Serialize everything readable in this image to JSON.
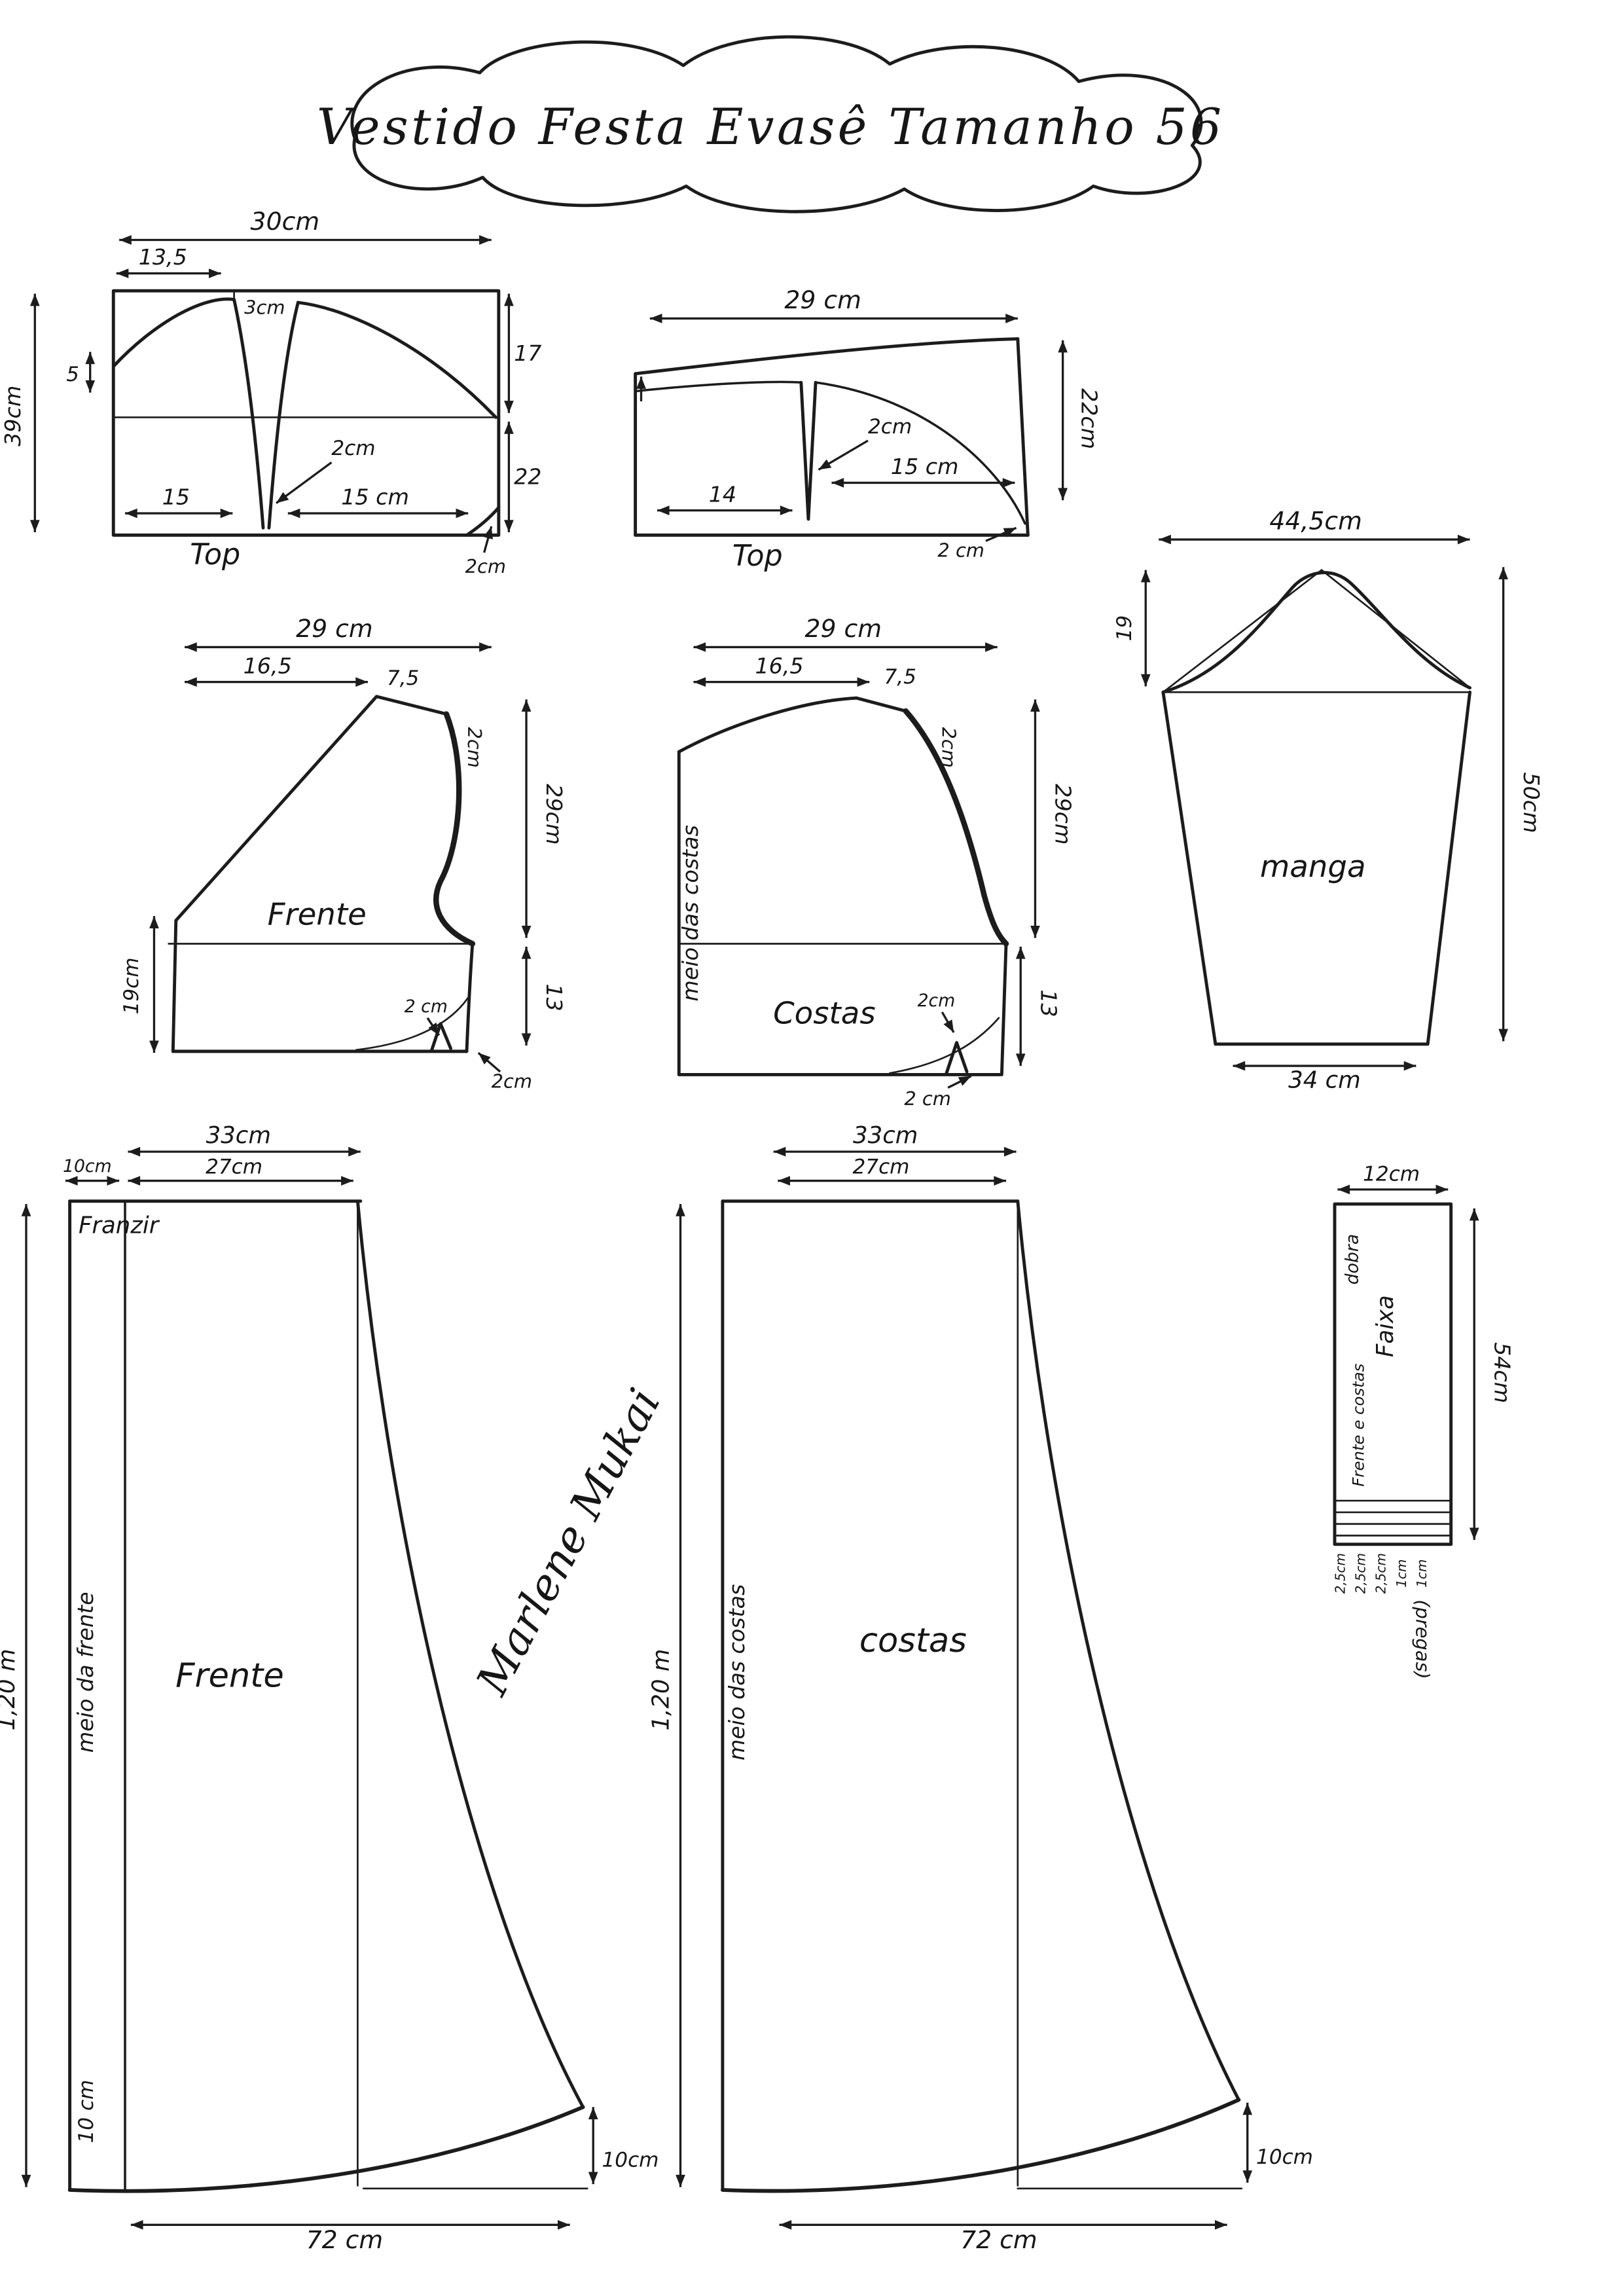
{
  "page": {
    "title": "Vestido Festa Evasê Tamanho 56",
    "signature": "Marlene Mukai"
  },
  "top_front": {
    "piece_label": "Top",
    "width": "30cm",
    "shoulder_w": "13,5",
    "peak": "3cm",
    "right_upper": "17",
    "right_lower": "22",
    "height": "39cm",
    "left_small": "5",
    "dart": "2cm",
    "bottom_left": "15",
    "bottom_right": "15 cm",
    "corner": "2cm"
  },
  "top_back": {
    "piece_label": "Top",
    "width": "29 cm",
    "height": "22cm",
    "dart": "2cm",
    "bottom_left": "14",
    "bottom_right": "15 cm",
    "corner": "2 cm"
  },
  "front_bodice": {
    "piece_label": "Frente",
    "width": "29 cm",
    "shoulder_w": "16,5",
    "shoulder_slope": "7,5",
    "shoulder_drop": "2cm",
    "side": "29cm",
    "lower": "13",
    "left_height": "19cm",
    "dart": "2 cm",
    "corner": "2cm"
  },
  "back_bodice": {
    "piece_label": "Costas",
    "width": "29 cm",
    "shoulder_w": "16,5",
    "shoulder_slope": "7,5",
    "shoulder_drop": "2cm",
    "side": "29cm",
    "lower": "13",
    "center_line": "meio das costas",
    "dart": "2cm",
    "corner": "2 cm"
  },
  "sleeve": {
    "piece_label": "manga",
    "width": "44,5cm",
    "cap_height": "19",
    "length": "50cm",
    "cuff": "34 cm"
  },
  "skirt_front": {
    "piece_label": "Frente",
    "top_w": "33cm",
    "panel_w": "27cm",
    "band_w": "10cm",
    "band_label": "Franzir",
    "length": "1,20 m",
    "center_line": "meio da frente",
    "band_bottom": "10 cm",
    "hem_rise": "10cm",
    "hem_w": "72 cm"
  },
  "skirt_back": {
    "piece_label": "costas",
    "top_w": "33cm",
    "panel_w": "27cm",
    "length": "1,20 m",
    "center_line": "meio das costas",
    "hem_rise": "10cm",
    "hem_w": "72 cm"
  },
  "band": {
    "width": "12cm",
    "length": "54cm",
    "fold": "dobra",
    "name": "Faixa",
    "sub": "Frente e costas",
    "pleats": [
      "2,5cm",
      "2,5cm",
      "2,5cm",
      "1cm",
      "1cm"
    ],
    "pregas": "(pregas)"
  }
}
